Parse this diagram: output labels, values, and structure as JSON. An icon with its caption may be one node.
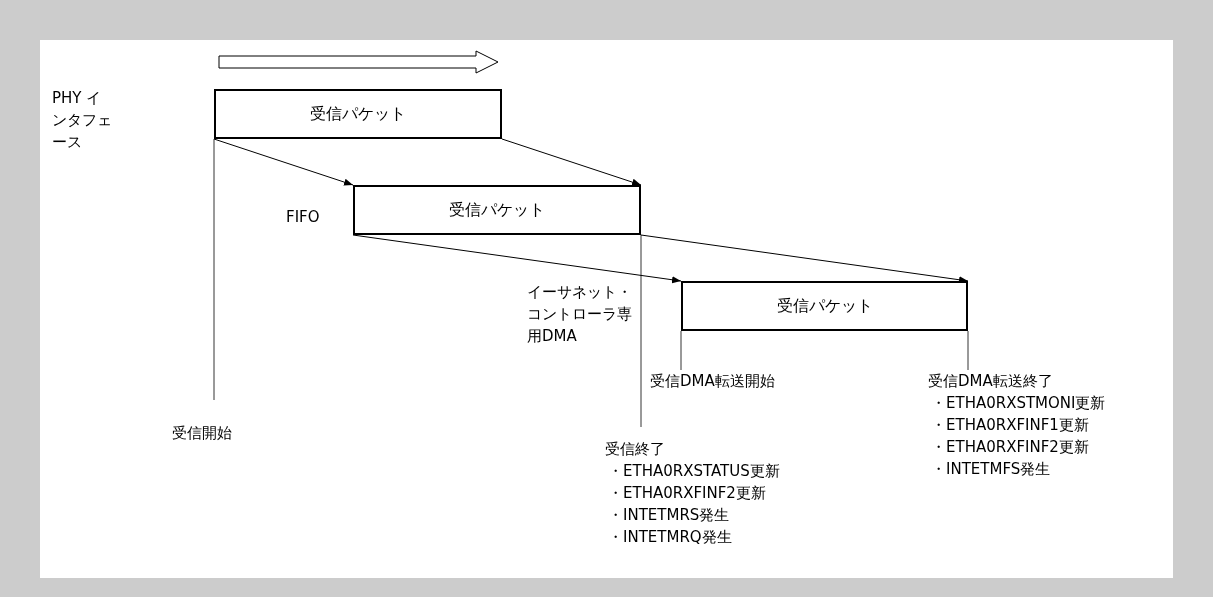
{
  "diagram": {
    "nodes": [
      {
        "text": [
          "受信パケット"
        ]
      },
      {
        "text": [
          "受信パケット"
        ]
      },
      {
        "text": [
          "受信パケット"
        ]
      },
      {
        "text": [
          "受信開始"
        ]
      },
      {
        "text": [
          "受信終了",
          "・ETHA0RXSTATUS更新",
          "・ETHA0RXFINF2更新",
          "・INTETMRS発生",
          "・INTETMRQ発生"
        ]
      },
      {
        "text": [
          "受信DMA転送開始"
        ]
      },
      {
        "text": [
          "受信DMA転送終了",
          "・ETHA0RXSTMONI更新",
          "・ETHA0RXFINF1更新",
          "・ETHA0RXFINF2更新",
          "・INTETMFS発生"
        ]
      }
    ],
    "edges": [
      {
        "from": 0,
        "to": 1,
        "arrow": "to"
      },
      {
        "from": 0,
        "to": 1,
        "arrow": "to"
      },
      {
        "from": 1,
        "to": 2,
        "arrow": "to"
      },
      {
        "from": 1,
        "to": 2,
        "arrow": "to"
      },
      {
        "from": 0,
        "to": 3,
        "arrow": "none"
      },
      {
        "from": 1,
        "to": 4,
        "arrow": "none"
      },
      {
        "from": 2,
        "to": 5,
        "arrow": "none"
      },
      {
        "from": 2,
        "to": 6,
        "arrow": "none"
      }
    ],
    "labels": [
      "PHY インタフェース",
      "FIFO",
      "イーサネット・コントローラ専用DMA"
    ]
  }
}
